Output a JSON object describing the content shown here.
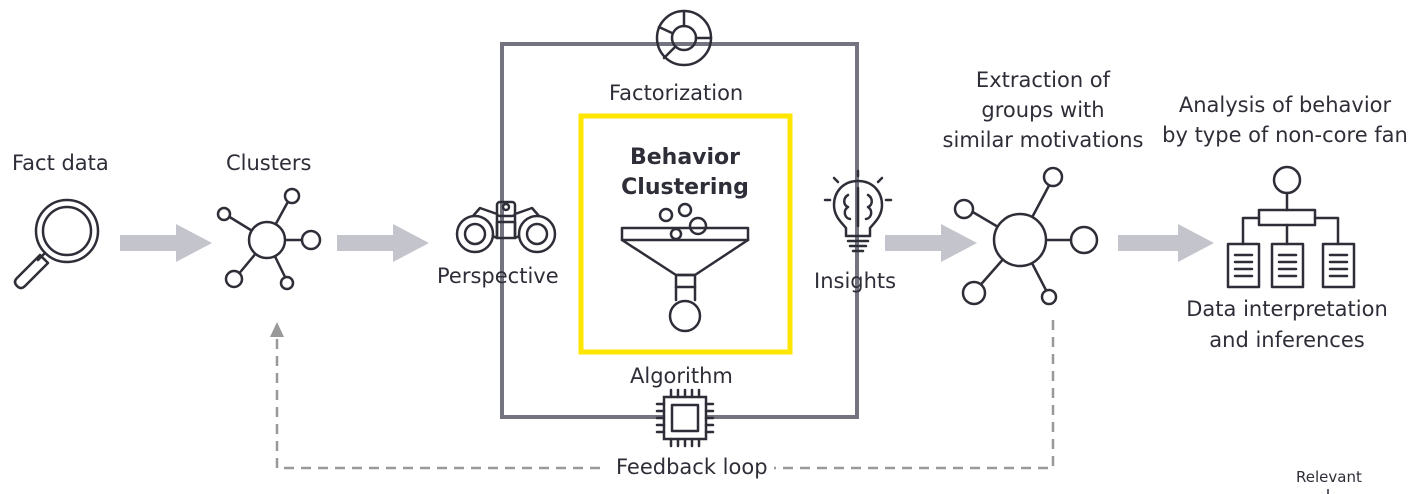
{
  "colors": {
    "ink": "#2e2e38",
    "frame": "#747480",
    "arrow": "#c4c4cd",
    "highlight": "#ffe600",
    "dashed": "#999999"
  },
  "labels": {
    "fact_data": "Fact data",
    "clusters": "Clusters",
    "perspective": "Perspective",
    "factorization": "Factorization",
    "behavior_clustering": [
      "Behavior",
      "Clustering"
    ],
    "algorithm": "Algorithm",
    "insights": "Insights",
    "extraction": [
      "Extraction of",
      "groups with",
      "similar motivations"
    ],
    "analysis": [
      "Analysis of behavior",
      "by type of non-core fan"
    ],
    "interpretation": [
      "Data interpretation",
      "and inferences"
    ],
    "feedback_loop": "Feedback loop",
    "relevant": "Relevant"
  },
  "icons": [
    "magnifier-icon",
    "network-icon",
    "binoculars-icon",
    "donut-chart-icon",
    "funnel-icon",
    "brain-bulb-icon",
    "cpu-chip-icon",
    "hub-network-icon",
    "org-chart-icon"
  ]
}
